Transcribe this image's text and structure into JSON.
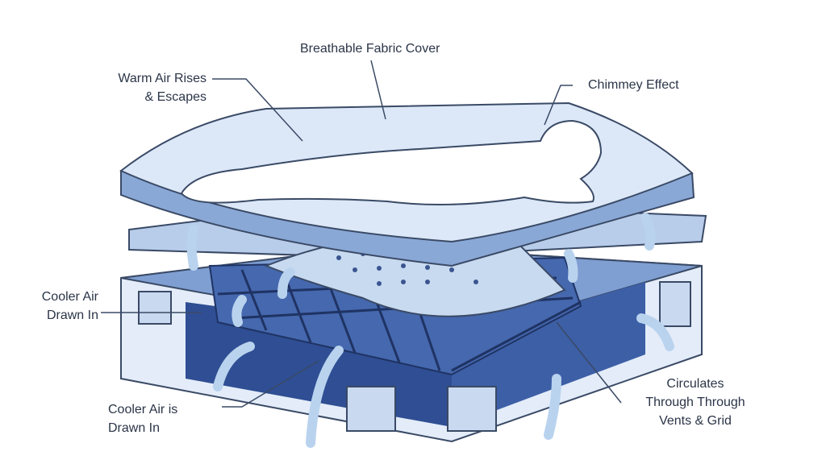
{
  "labels": {
    "fabric_cover": "Breathable Fabric Cover",
    "warm_air_1": "Warm Air Rises",
    "warm_air_2": "& Escapes",
    "chimney": "Chimmey Effect",
    "cooler_left_1": "Cooler Air",
    "cooler_left_2": "Drawn In",
    "cooler_bottom_1": "Cooler Air is",
    "cooler_bottom_2": "Drawn In",
    "circulates_1": "Circulates",
    "circulates_2": "Through Through",
    "circulates_3": "Vents & Grid"
  },
  "colors": {
    "text": "#2b3548",
    "line": "#3a4a66",
    "base": "#3f62a8",
    "light": "#dbe7f6",
    "mid": "#9fbbe0",
    "arrow": "#b9d3ef"
  }
}
